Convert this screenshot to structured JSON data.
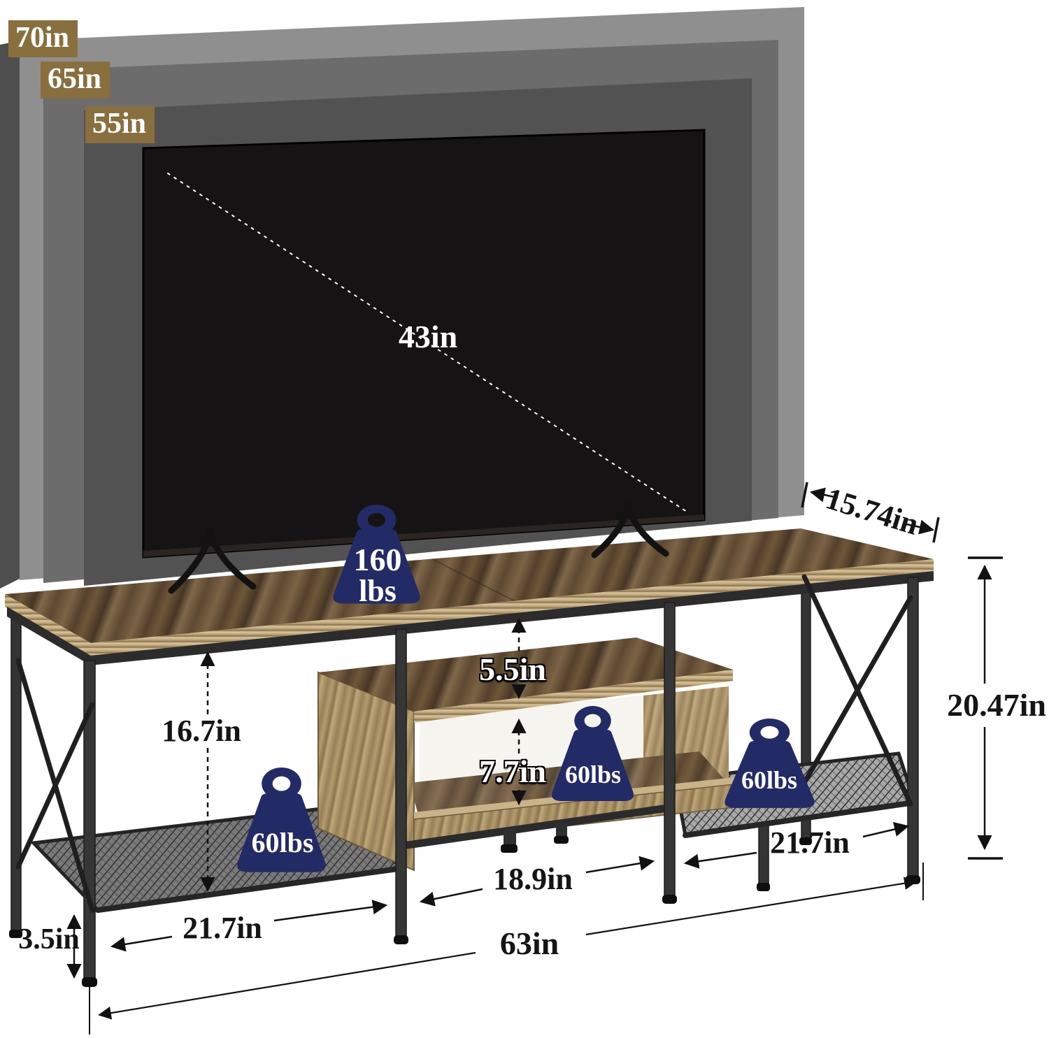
{
  "title": "TV stand dimensions diagram",
  "tv": {
    "size_70": "70in",
    "size_65": "65in",
    "size_55": "55in",
    "diagonal": "43in"
  },
  "dimensions": {
    "depth": "15.74in",
    "top_clearance": "16.7in",
    "middle_gap_upper": "5.5in",
    "middle_gap_lower": "7.7in",
    "total_height": "20.47in",
    "right_shelf_width": "21.7in",
    "middle_width": "18.9in",
    "left_shelf_width": "21.7in",
    "leg_height": "3.5in",
    "total_width": "63in"
  },
  "weights": {
    "top_capacity_value": "160",
    "top_capacity_unit": "lbs",
    "left_shelf_capacity": "60lbs",
    "middle_shelf_capacity": "60lbs",
    "right_shelf_capacity": "60lbs"
  },
  "colors": {
    "size_badge_bg": "#8a6f3e",
    "weight_icon": "#232b66",
    "panel_70": "#8f8f8f",
    "panel_65": "#6c6c6c",
    "panel_55": "#525252",
    "tv_screen": "#161314",
    "wood_dark": "#6b5238",
    "wood_edge": "#c9b489",
    "metal": "#2f2f2f",
    "dimension_line": "#111111"
  }
}
